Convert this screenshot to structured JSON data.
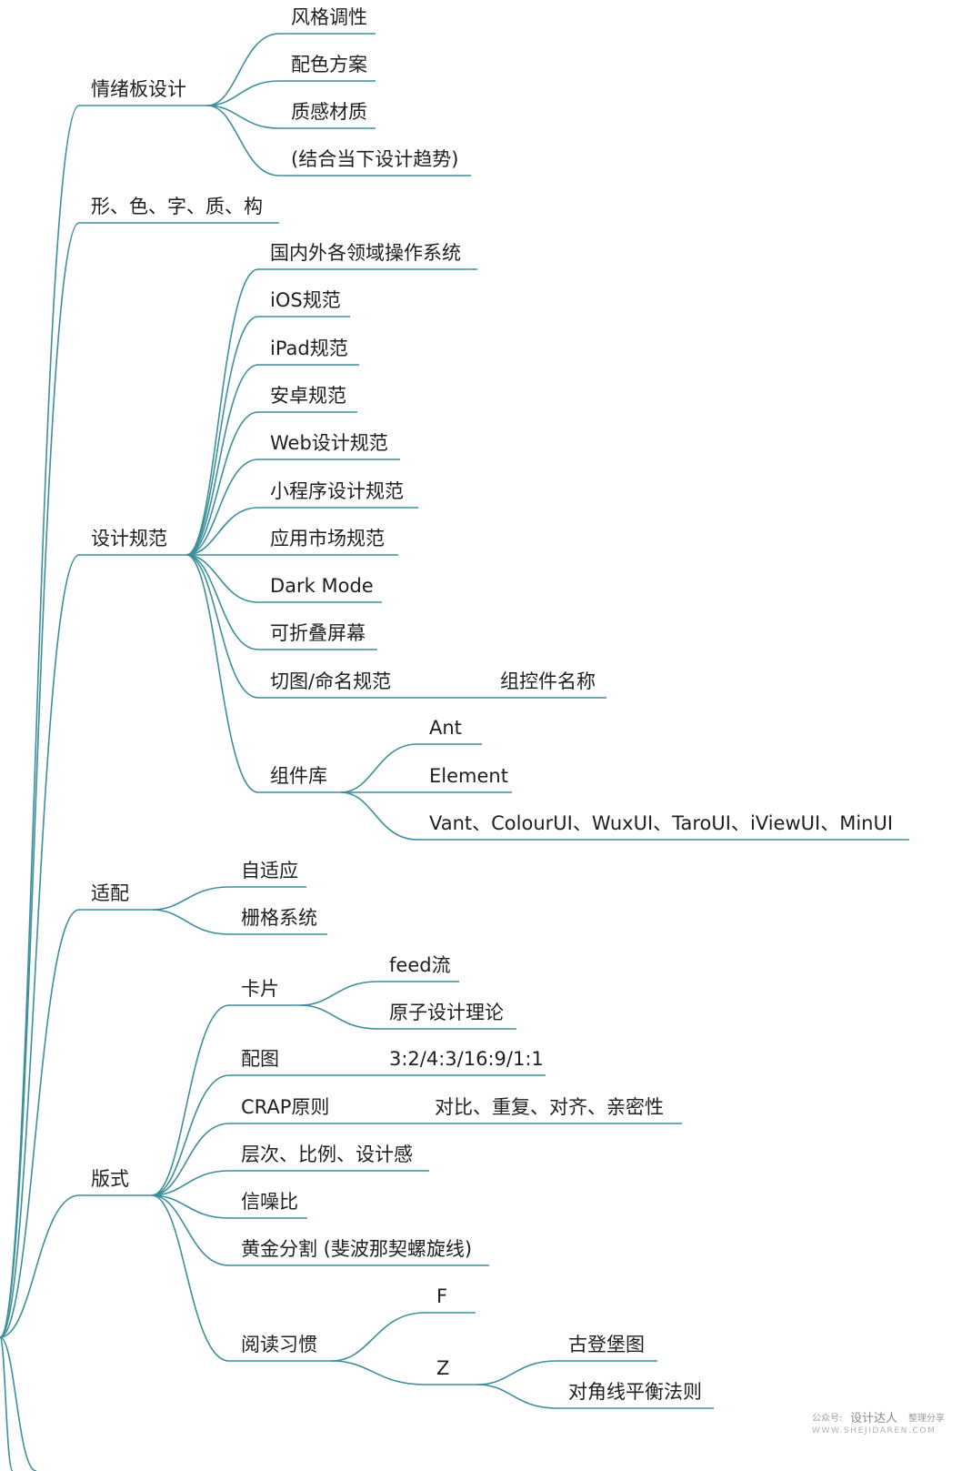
{
  "mindmap": {
    "branches": [
      {
        "id": "moodboard",
        "label": "情绪板设计",
        "children": [
          {
            "id": "style-tone",
            "label": "风格调性"
          },
          {
            "id": "color-scheme",
            "label": "配色方案"
          },
          {
            "id": "material-texture",
            "label": "质感材质"
          },
          {
            "id": "current-trends",
            "label": "(结合当下设计趋势)"
          }
        ]
      },
      {
        "id": "form-color-font",
        "label": "形、色、字、质、构",
        "children": []
      },
      {
        "id": "design-specs",
        "label": "设计规范",
        "children": [
          {
            "id": "os-systems",
            "label": "国内外各领域操作系统"
          },
          {
            "id": "ios-spec",
            "label": "iOS规范"
          },
          {
            "id": "ipad-spec",
            "label": "iPad规范"
          },
          {
            "id": "android-spec",
            "label": "安卓规范"
          },
          {
            "id": "web-spec",
            "label": "Web设计规范"
          },
          {
            "id": "miniprogram-spec",
            "label": "小程序设计规范"
          },
          {
            "id": "appstore-spec",
            "label": "应用市场规范"
          },
          {
            "id": "dark-mode",
            "label": "Dark Mode"
          },
          {
            "id": "foldable",
            "label": "可折叠屏幕"
          },
          {
            "id": "slicing-naming",
            "label": "切图/命名规范",
            "children": [
              {
                "id": "component-names",
                "label": "组控件名称"
              }
            ]
          },
          {
            "id": "component-lib",
            "label": "组件库",
            "children": [
              {
                "id": "ant",
                "label": "Ant"
              },
              {
                "id": "element",
                "label": "Element"
              },
              {
                "id": "vant-etc",
                "label": "Vant、ColourUI、WuxUI、TaroUI、iViewUI、MinUI"
              }
            ]
          }
        ]
      },
      {
        "id": "adaptation",
        "label": "适配",
        "children": [
          {
            "id": "responsive",
            "label": "自适应"
          },
          {
            "id": "grid-system",
            "label": "栅格系统"
          }
        ]
      },
      {
        "id": "layout",
        "label": "版式",
        "children": [
          {
            "id": "card",
            "label": "卡片",
            "children": [
              {
                "id": "feed",
                "label": "feed流"
              },
              {
                "id": "atomic",
                "label": "原子设计理论"
              }
            ]
          },
          {
            "id": "images",
            "label": "配图",
            "children": [
              {
                "id": "ratios",
                "label": "3:2/4:3/16:9/1:1"
              }
            ]
          },
          {
            "id": "crap",
            "label": "CRAP原则",
            "children": [
              {
                "id": "crap-detail",
                "label": "对比、重复、对齐、亲密性"
              }
            ]
          },
          {
            "id": "hierarchy",
            "label": "层次、比例、设计感"
          },
          {
            "id": "snr",
            "label": "信噪比"
          },
          {
            "id": "golden",
            "label": "黄金分割 (斐波那契螺旋线)"
          },
          {
            "id": "reading",
            "label": "阅读习惯",
            "children": [
              {
                "id": "f-pattern",
                "label": "F"
              },
              {
                "id": "z-pattern",
                "label": "Z",
                "children": [
                  {
                    "id": "gutenberg",
                    "label": "古登堡图"
                  },
                  {
                    "id": "diagonal",
                    "label": "对角线平衡法则"
                  }
                ]
              }
            ]
          }
        ]
      }
    ]
  },
  "watermark": {
    "prefix": "公众号:",
    "brand": "设计达人",
    "tail": "整理分享",
    "url": "WWW.SHEJIDAREN.COM"
  },
  "colors": {
    "line": "#3d8f9c",
    "text": "#1f1f1f"
  }
}
